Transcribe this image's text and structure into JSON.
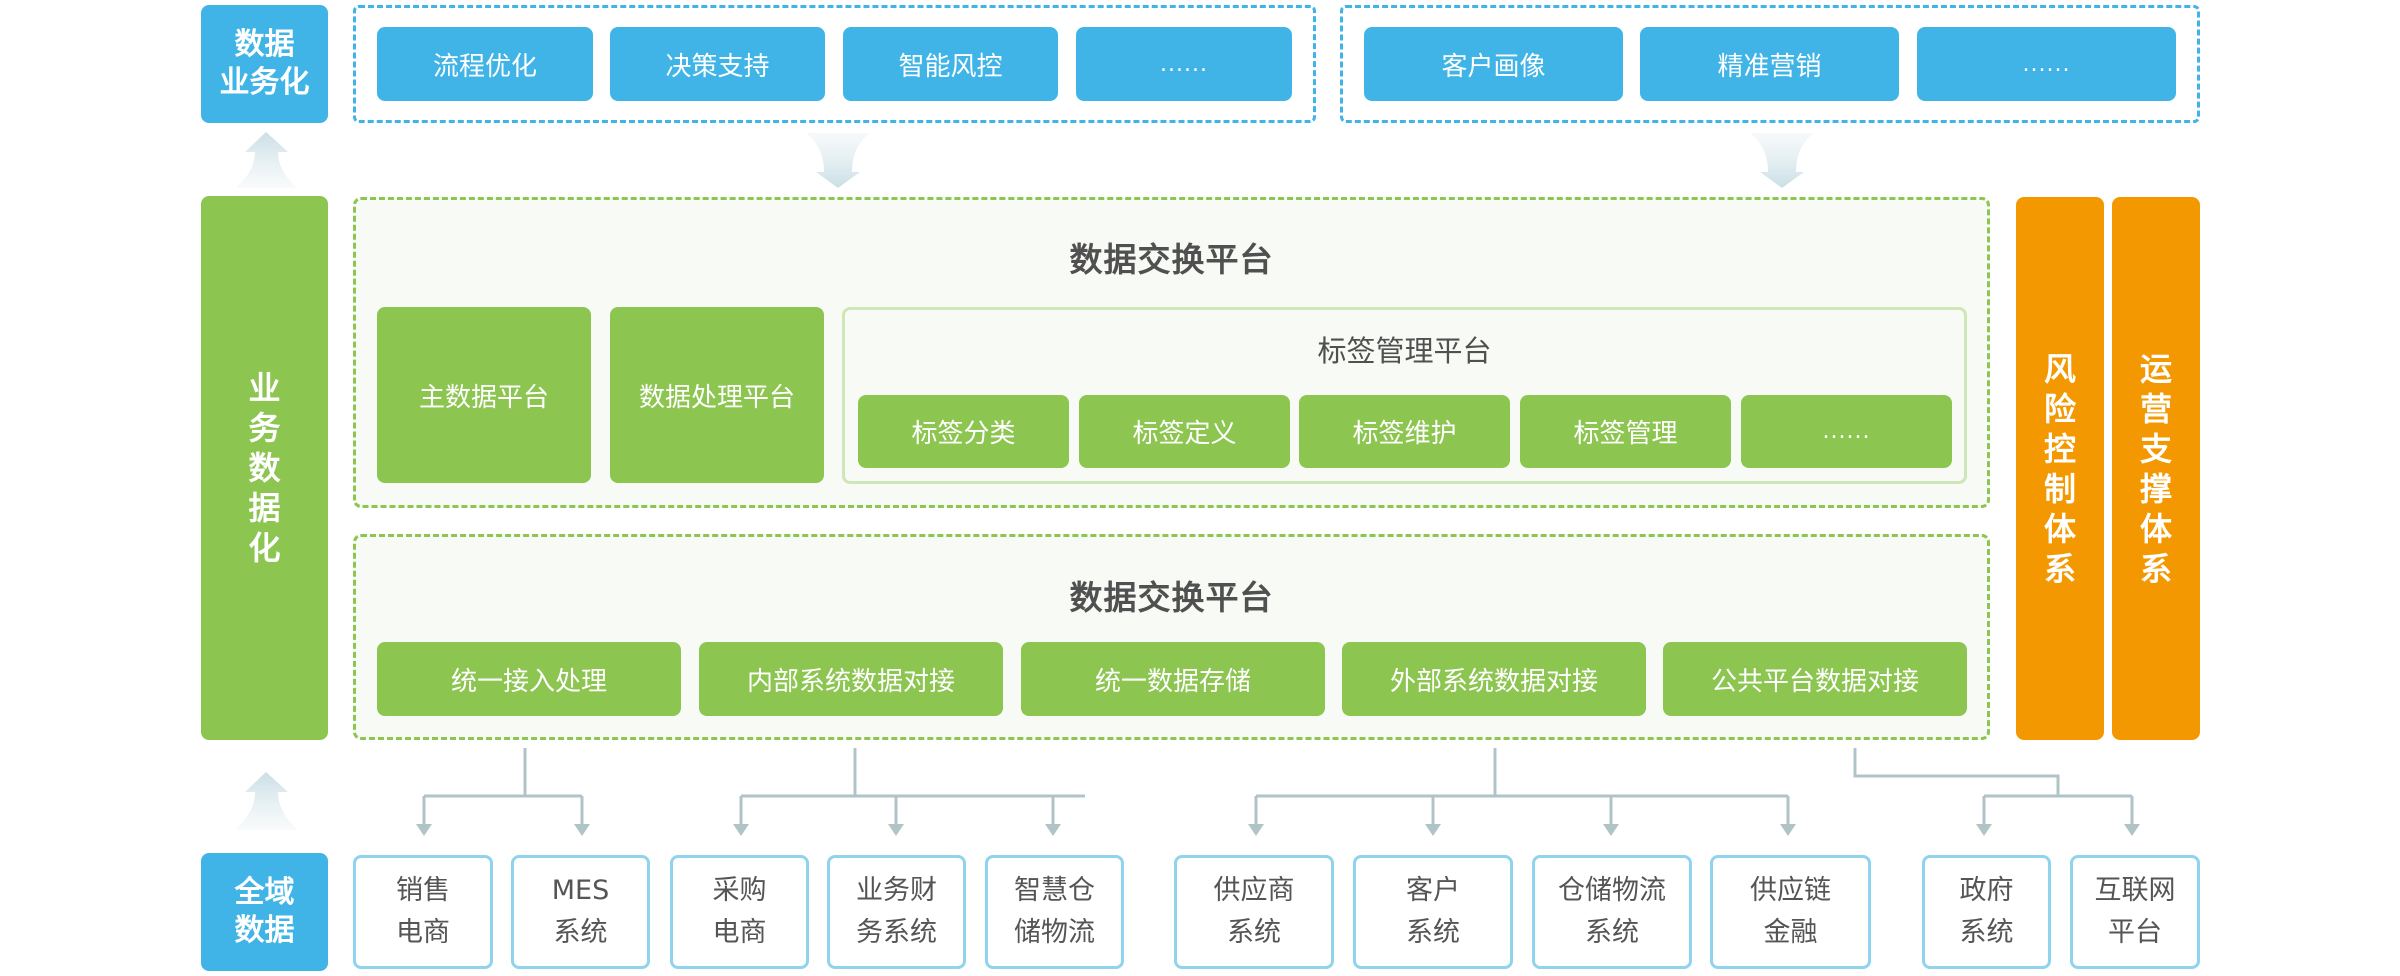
{
  "top": {
    "side_label_lines": [
      "数据",
      "业务化"
    ],
    "group_left": [
      "流程优化",
      "决策支持",
      "智能风控",
      "......"
    ],
    "group_right": [
      "客户画像",
      "精准营销",
      "......"
    ]
  },
  "middle": {
    "side_label_chars": [
      "业",
      "务",
      "数",
      "据",
      "化"
    ],
    "upper_platform": {
      "title": "数据交换平台",
      "blocks": [
        "主数据平台",
        "数据处理平台"
      ],
      "tag_platform": {
        "title": "标签管理平台",
        "items": [
          "标签分类",
          "标签定义",
          "标签维护",
          "标签管理",
          "......"
        ]
      }
    },
    "lower_platform": {
      "title": "数据交换平台",
      "items": [
        "统一接入处理",
        "内部系统数据对接",
        "统一数据存储",
        "外部系统数据对接",
        "公共平台数据对接"
      ]
    }
  },
  "right_columns": [
    {
      "chars": [
        "风",
        "险",
        "控",
        "制",
        "体",
        "系"
      ]
    },
    {
      "chars": [
        "运",
        "营",
        "支",
        "撑",
        "体",
        "系"
      ]
    }
  ],
  "bottom": {
    "side_label_lines": [
      "全域",
      "数据"
    ],
    "sources": [
      [
        "销售",
        "电商"
      ],
      [
        "MES",
        "系统"
      ],
      [
        "采购",
        "电商"
      ],
      [
        "业务财",
        "务系统"
      ],
      [
        "智慧仓",
        "储物流"
      ],
      [
        "供应商",
        "系统"
      ],
      [
        "客户",
        "系统"
      ],
      [
        "仓储物流",
        "系统"
      ],
      [
        "供应链",
        "金融"
      ],
      [
        "政府",
        "系统"
      ],
      [
        "互联网",
        "平台"
      ]
    ]
  },
  "colors": {
    "blue": "#40b4e6",
    "green": "#8dc551",
    "orange": "#f39800",
    "connector": "#b0c4c8"
  }
}
